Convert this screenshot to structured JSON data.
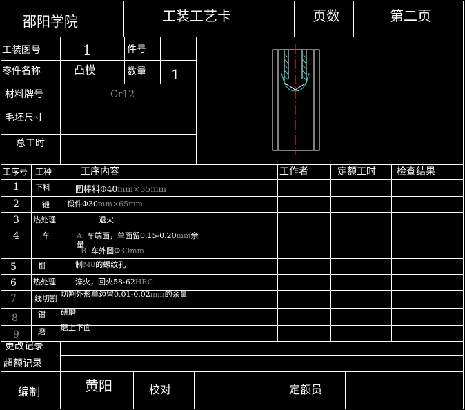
{
  "header": {
    "school": "邵阳学院",
    "title": "工装工艺卡",
    "page_label": "页数",
    "page_value": "第二页"
  },
  "info": {
    "tool_drawing_no_label": "工装图号",
    "tool_drawing_no": "1",
    "part_no_label": "件号",
    "part_name_label": "零件名称",
    "part_name": "凸模",
    "quantity_label": "数量",
    "quantity": "1",
    "material_label": "材料牌号",
    "material": "Cr12",
    "blank_size_label": "毛坯尺寸",
    "total_time_label": "总工时"
  },
  "table_headers": {
    "step_no": "工序号",
    "type": "工种",
    "content": "工序内容",
    "worker": "工作者",
    "quota_time": "定额工时",
    "inspection": "检查结果"
  },
  "steps": [
    {
      "no": "1",
      "type": "下料",
      "content_a": "圆棒料Φ40",
      "content_b": "mm×35mm"
    },
    {
      "no": "2",
      "type": "锻",
      "content_a": "锻件Φ30",
      "content_b": "mm×65mm"
    },
    {
      "no": "3",
      "type": "热处理",
      "content_a": "退火",
      "content_b": ""
    },
    {
      "no": "4",
      "type": "车",
      "content_a": "车端面，单面留0.15-0.20",
      "content_b": "mm",
      "content_c": "余",
      "content_d": "量",
      "marker_a": "A",
      "marker_b": "B",
      "content_e": "车外圆Φ",
      "content_f": "30mm"
    },
    {
      "no": "5",
      "type": "钳",
      "content_a": "制",
      "content_b": "M8",
      "content_c": "的螺纹孔"
    },
    {
      "no": "6",
      "type": "热处理",
      "content_a": "淬火，回火58-62",
      "content_b": "HRC"
    },
    {
      "no": "7",
      "type": "线切割",
      "content_a": "切割外形单边留0.01-0.02",
      "content_b": "mm",
      "content_c": "的余量"
    },
    {
      "no": "8",
      "type": "钳",
      "content_a": "研磨"
    },
    {
      "no": "9",
      "type": "磨",
      "content_a": "磨上下面"
    }
  ],
  "footer": {
    "change_record_label": "更改记录",
    "overquota_record_label": "超额记录",
    "compiled_label": "编制",
    "compiled_by": "黄阳",
    "checked_label": "校对",
    "quota_label": "定额员"
  },
  "colors": {
    "background": "#000000",
    "lines": "#ffffff",
    "dim_text": "#8a8a8a",
    "center_line": "#ff2020",
    "hatch": "#30d0d0"
  }
}
